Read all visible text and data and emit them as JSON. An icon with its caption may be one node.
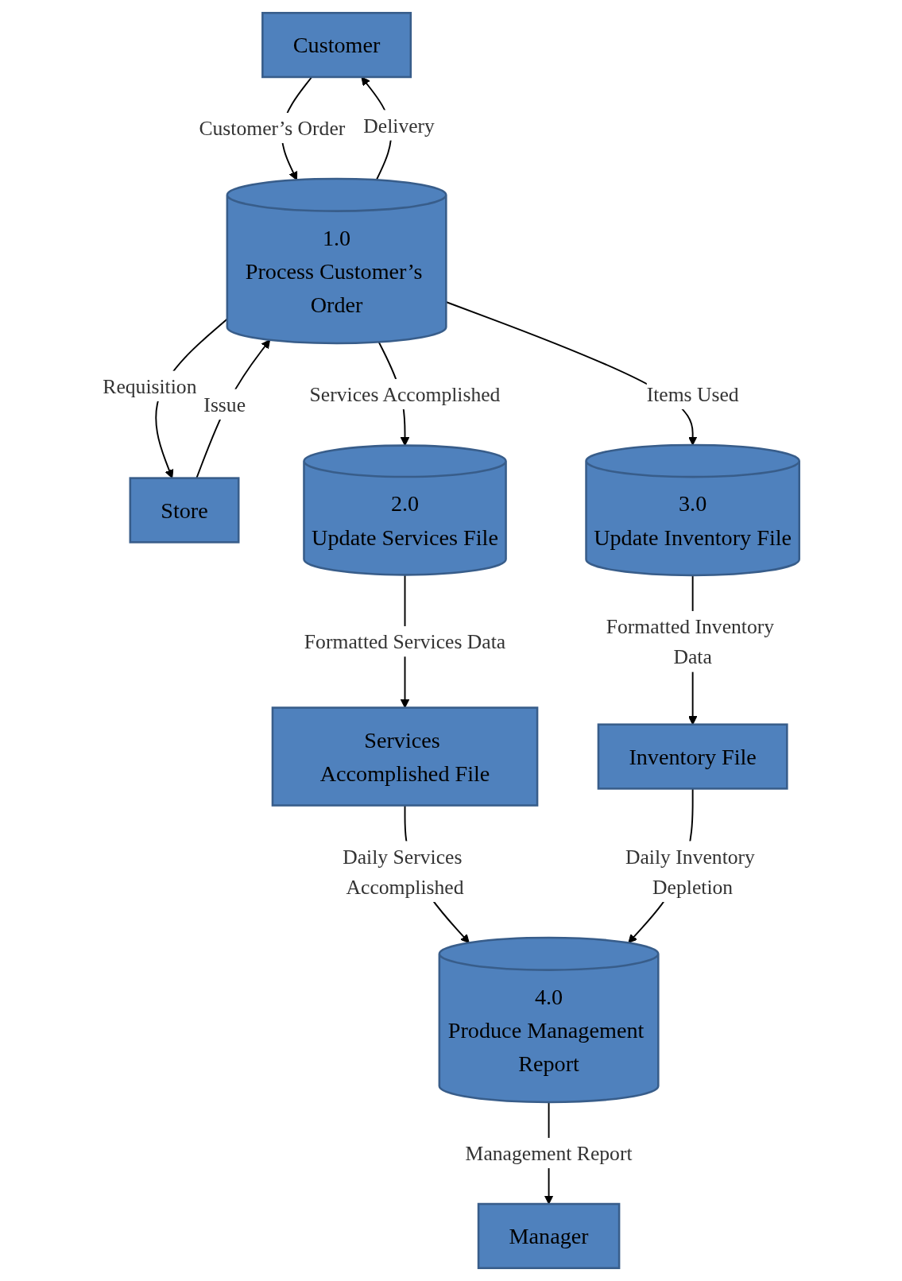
{
  "diagram": {
    "nodes": [
      {
        "text": [
          "Customer"
        ]
      },
      {
        "text": [
          "Store"
        ]
      },
      {
        "text": [
          "1.0",
          "Process Customer’s Order"
        ]
      },
      {
        "text": [
          "2.0",
          "Update Services File"
        ]
      },
      {
        "text": [
          "3.0",
          "Update Inventory File"
        ]
      },
      {
        "text": [
          "Services Accomplished File"
        ]
      },
      {
        "text": [
          "Inventory File"
        ]
      },
      {
        "text": [
          "4.0",
          "Produce Management Report"
        ]
      },
      {
        "text": [
          "Manager"
        ]
      }
    ],
    "edges": [
      {
        "from": 0,
        "to": 2,
        "arrow": "to",
        "label": "Customer’s Order"
      },
      {
        "from": 2,
        "to": 0,
        "arrow": "to",
        "label": "Delivery"
      },
      {
        "from": 2,
        "to": 1,
        "arrow": "to",
        "label": "Requisition"
      },
      {
        "from": 1,
        "to": 2,
        "arrow": "to",
        "label": "Issue"
      },
      {
        "from": 2,
        "to": 3,
        "arrow": "to",
        "label": "Services Accomplished"
      },
      {
        "from": 2,
        "to": 4,
        "arrow": "to",
        "label": "Items Used"
      },
      {
        "from": 3,
        "to": 5,
        "arrow": "to",
        "label": "Formatted Services Data"
      },
      {
        "from": 4,
        "to": 6,
        "arrow": "to",
        "label": "Formatted Inventory Data"
      },
      {
        "from": 5,
        "to": 7,
        "arrow": "to",
        "label": "Daily Services Accomplished"
      },
      {
        "from": 6,
        "to": 7,
        "arrow": "to",
        "label": "Daily Inventory Depletion"
      },
      {
        "from": 7,
        "to": 8,
        "arrow": "to",
        "label": "Management Report"
      }
    ]
  }
}
